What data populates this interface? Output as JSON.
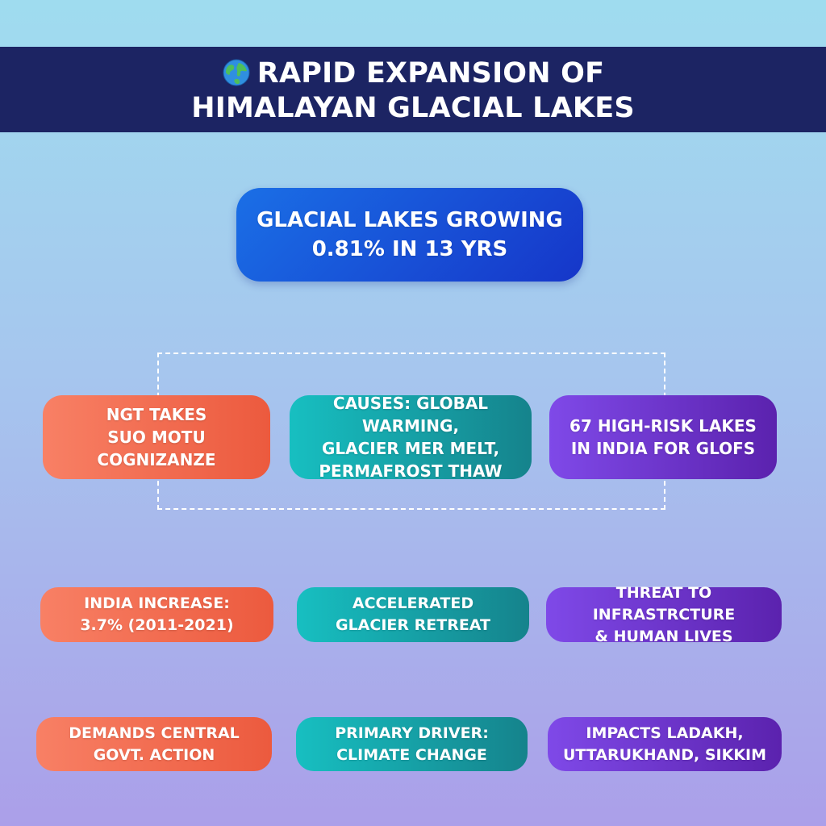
{
  "header": {
    "title_line1": "RAPID EXPANSION OF",
    "title_line2": "HIMALAYAN GLACIAL LAKES",
    "icon": "globe-icon"
  },
  "main_box": {
    "text": "GLACIAL LAKES GROWING\n0.81% IN 13 YRS"
  },
  "row1": {
    "ngt": "NGT TAKES\nSUO MOTU\nCOGNIZANZE",
    "causes": "CAUSES: GLOBAL WARMING,\nGLACIER MER MELT,\nPERMAFROST THAW",
    "high_risk": "67 HIGH-RISK LAKES\nIN INDIA FOR GLOFS"
  },
  "row2": {
    "india_increase": "INDIA INCREASE:\n3.7% (2011-2021)",
    "retreat": "ACCELERATED\nGLACIER RETREAT",
    "threat": "THREAT TO INFRASTRCTURE\n& HUMAN LIVES"
  },
  "row3": {
    "demands": "DEMANDS CENTRAL\nGOVT. ACTION",
    "driver": "PRIMARY DRIVER:\nCLIMATE CHANGE",
    "impacts": "IMPACTS LADAKH,\nUTTARUKHAND, SIKKIM"
  },
  "colors": {
    "banner": "#1c2463",
    "main_box": "#1a4fd8",
    "orange": "#ef6447",
    "teal": "#16a3aa",
    "purple": "#6b33cc"
  }
}
